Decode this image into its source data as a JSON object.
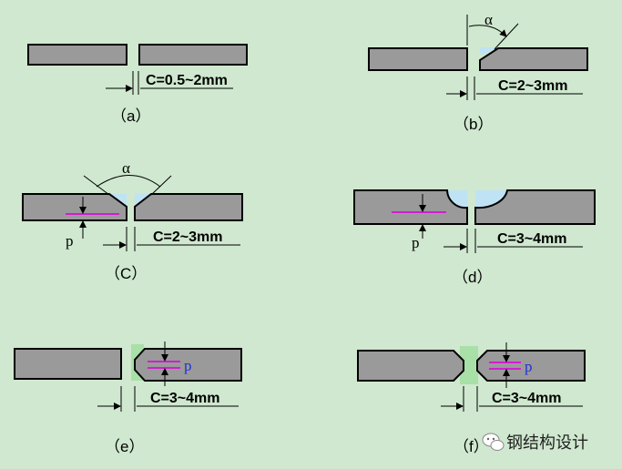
{
  "panels": {
    "a": {
      "label": "（a）",
      "dimension": "C=0.5~2mm"
    },
    "b": {
      "label": "（b）",
      "dimension": "C=2~3mm",
      "angle": "α"
    },
    "c": {
      "label": "（C）",
      "dimension": "C=2~3mm",
      "angle": "α",
      "root_face": "p"
    },
    "d": {
      "label": "（d）",
      "dimension": "C=3~4mm",
      "root_face": "p"
    },
    "e": {
      "label": "（e）",
      "dimension": "C=3~4mm",
      "root_face": "p"
    },
    "f": {
      "label": "（f）",
      "dimension": "C=3~4mm",
      "root_face": "p"
    }
  },
  "watermark": {
    "text": "钢结构设计"
  },
  "colors": {
    "background": "#cfe8cf",
    "plate": "#9a9a9a",
    "gap": "#bfe3f5",
    "root_line": "#d21ed2",
    "p_blue": "#1f2fd8"
  }
}
